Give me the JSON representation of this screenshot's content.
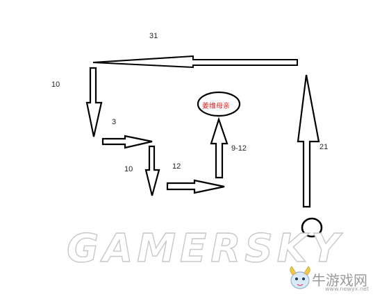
{
  "diagram": {
    "labels": {
      "step_31": "31",
      "step_10_first": "10",
      "step_3": "3",
      "step_10_second": "10",
      "step_12": "12",
      "step_9_12": "9-12",
      "step_21": "21"
    },
    "target": "姜维母亲",
    "start_marker": "circle"
  },
  "watermark": {
    "text": "GAMERSKY",
    "site_name": "牛游戏网",
    "site_url": "www.newyx.net"
  },
  "colors": {
    "arrow_stroke": "#000000",
    "target_text": "#d21f1f",
    "target_ellipse": "#b02020",
    "watermark": "#c8c8c8"
  }
}
